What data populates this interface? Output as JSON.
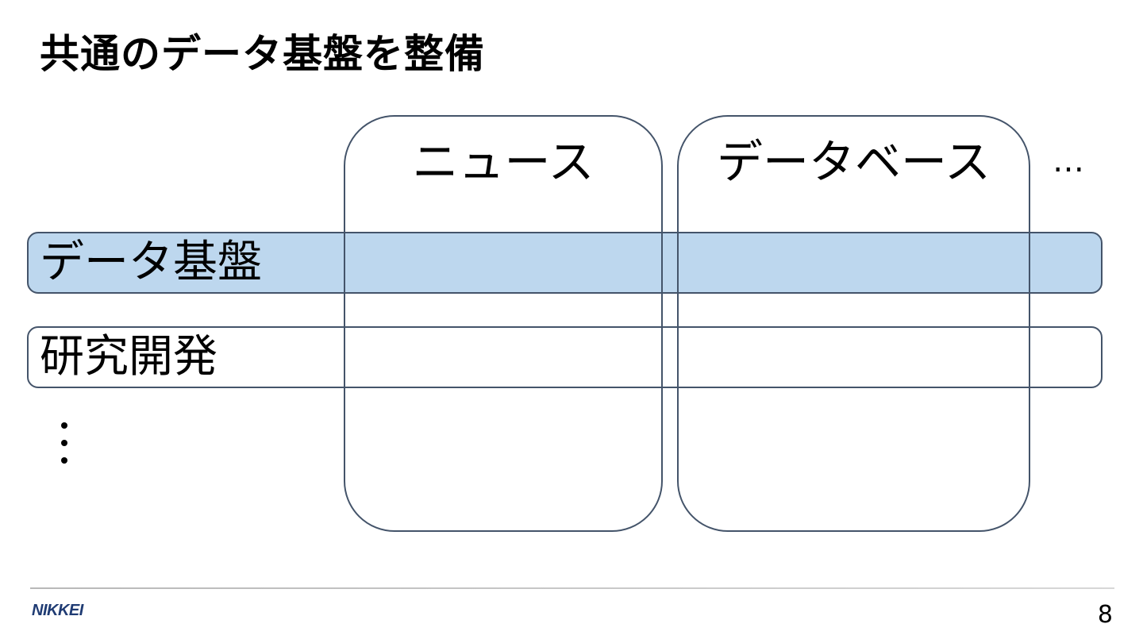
{
  "slide": {
    "title": "共通のデータ基盤を整備"
  },
  "diagram": {
    "columns": [
      {
        "label": "ニュース"
      },
      {
        "label": "データベース"
      }
    ],
    "columns_more": "…",
    "rows": [
      {
        "label": "データ基盤",
        "highlighted": true
      },
      {
        "label": "研究開発",
        "highlighted": false
      }
    ],
    "rows_more": "⋮"
  },
  "footer": {
    "logo_text": "NIKKEI",
    "page_number": "8"
  },
  "colors": {
    "outline": "#44546a",
    "highlight_fill": "#bdd7ee",
    "logo": "#1f3b73"
  }
}
